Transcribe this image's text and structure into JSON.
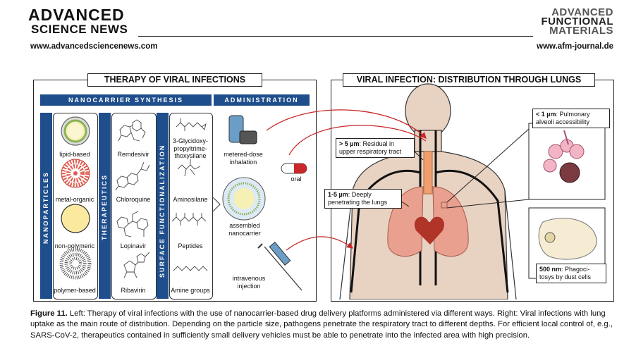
{
  "header": {
    "brand_line1": "ADVANCED",
    "brand_line2": "SCIENCE NEWS",
    "url_left": "www.advancedsciencenews.com",
    "journal_line1": "ADVANCED",
    "journal_line2": "FUNCTIONAL",
    "journal_line3": "MATERIALS",
    "url_right": "www.afm-journal.de"
  },
  "left_panel": {
    "title": "THERAPY OF VIRAL INFECTIONS",
    "bar_synthesis": "NANOCARRIER SYNTHESIS",
    "bar_admin": "ADMINISTRATION",
    "vertical_nanoparticles": "NANOPARTICLES",
    "vertical_therapeutics": "THERAPEUTICS",
    "vertical_surface": "SURFACE FUNCTIONALIZATION",
    "nanoparticles": [
      "lipid-based",
      "metal-organic",
      "non-polymeric",
      "polymer-based"
    ],
    "therapeutics": [
      "Remdesivir",
      "Chloroquine",
      "Lopinavir",
      "Ribavirin"
    ],
    "surface": [
      "3-Glycidoxy-propyltrime-thoxysilane",
      "Aminosilane",
      "Peptides",
      "Amine groups"
    ],
    "admin_inhalation": "metered-dose inhalation",
    "admin_oral": "oral",
    "admin_assembled": "assembled nanocarrier",
    "admin_iv": "intravenous injection"
  },
  "right_panel": {
    "title": "VIRAL INFECTION: DISTRIBUTION THROUGH LUNGS",
    "callout_upper_size": "> 5 µm",
    "callout_upper_text": ": Residual in upper respiratory tract",
    "callout_deep_size": "1-5 µm",
    "callout_deep_text": ": Deeply penetrating the lungs",
    "callout_alveoli_size": "< 1 µm",
    "callout_alveoli_text": ": Pulmonary alveoli accessibility",
    "callout_phago_size": "500 nm",
    "callout_phago_text": ": Phagoci-tosys by dust cells"
  },
  "caption": {
    "label": "Figure 11.",
    "text": " Left: Therapy of viral infections with the use of nanocarrier-based drug delivery platforms administered via different ways. Right: Viral infections with lung uptake as the main route of distribution. Depending on the particle size, pathogens penetrate the respiratory tract to different depths. For efficient local control of, e.g., SARS-CoV-2, therapeutics contained in sufficiently small delivery vehicles must be able to penetrate into the infected area with high precision."
  },
  "colors": {
    "accent_blue": "#1f4e8c",
    "arrow_red": "#c8282a",
    "lung_pink": "#e9a08f",
    "body_skin": "#e8d2c2"
  }
}
